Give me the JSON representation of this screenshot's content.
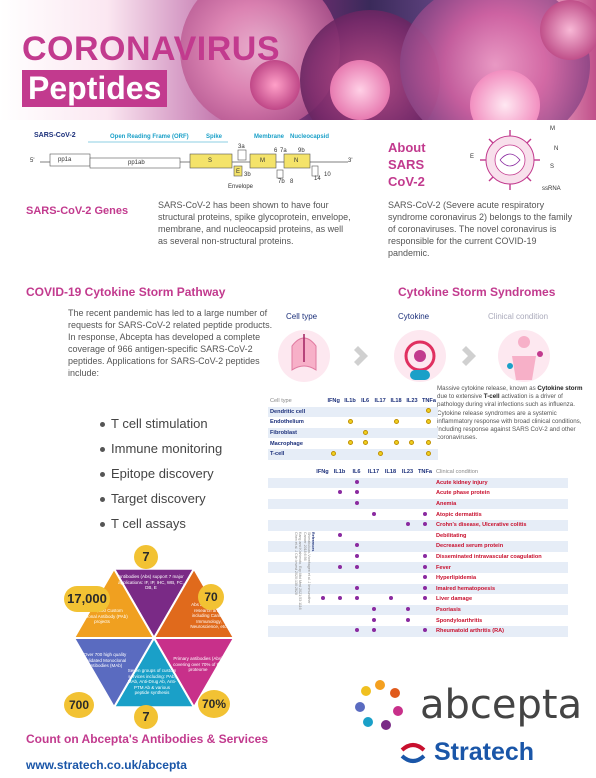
{
  "header": {
    "title_line1": "CORONAVIRUS",
    "title_line2": "Peptides"
  },
  "genome": {
    "label": "SARS-CoV-2",
    "orf": "Open Reading Frame (ORF)",
    "spike": "Spike",
    "membrane": "Membrane",
    "nucleocapsid": "Nucleocapsid",
    "envelope": "Envelope",
    "pp1a": "pp1a",
    "pp1ab": "pp1ab",
    "s": "S",
    "m": "M",
    "n": "N",
    "e": "E",
    "five": "5'",
    "three": "3'",
    "n3a": "3a",
    "n6": "6",
    "n7a": "7a",
    "n3b": "3b",
    "n7b": "7b",
    "n8": "8",
    "n9b": "9b",
    "n14": "14",
    "n10": "10"
  },
  "about": {
    "heading_1": "About",
    "heading_2": "SARS",
    "heading_3": "CoV-2",
    "virus_m": "M",
    "virus_n": "N",
    "virus_e": "E",
    "virus_s": "S",
    "virus_ssrna": "ssRNA",
    "text": "SARS-CoV-2 (Severe acute respiratory syndrome coronavirus 2) belongs to the family of coronaviruses. The novel coronavirus is responsible for the current COVID-19 pandemic."
  },
  "genes": {
    "heading": "SARS-CoV-2 Genes",
    "text": "SARS-CoV-2 has been shown to have four structural proteins, spike glycoprotein, envelope, membrane, and nucleocapsid proteins, as well as several non-structural proteins."
  },
  "pathway": {
    "heading": "COVID-19 Cytokine Storm Pathway",
    "text": "The recent pandemic has led to a large number of requests for SARS-CoV-2 related peptide products. In response, Abcepta has developed a complete coverage of 966 antigen-specific SARS-CoV-2 peptides. Applications for SARS-CoV-2 peptides include:",
    "items": [
      "T cell stimulation",
      "Immune monitoring",
      "Epitope discovery",
      "Target discovery",
      "T cell assays"
    ]
  },
  "syndromes": {
    "heading": "Cytokine Storm Syndromes",
    "step1": "Cell type",
    "step2": "Cytokine",
    "step3": "Clinical condition",
    "desc_1": "Massive cytokine release, known as ",
    "desc_bold1": "Cytokine storm",
    "desc_2": " due to extensive ",
    "desc_bold2": "T-cell",
    "desc_3": " activation is a driver of pathology during viral infections such as influenza. Cytokine release syndromes are a systemic inflammatory response with broad clinical conditions, including response against SARS CoV-2 and other coronaviruses.",
    "columns": [
      "IFNg",
      "IL1b",
      "IL6",
      "IL17",
      "IL18",
      "IL23",
      "TNFa"
    ],
    "cell_type_label": "Cell type",
    "cell_rows": [
      {
        "name": "Dendritic cell",
        "dots": [
          0,
          0,
          0,
          0,
          0,
          0,
          1
        ]
      },
      {
        "name": "Endothelium",
        "dots": [
          0,
          1,
          0,
          0,
          1,
          0,
          1
        ]
      },
      {
        "name": "Fibroblast",
        "dots": [
          0,
          0,
          1,
          0,
          0,
          0,
          0
        ]
      },
      {
        "name": "Macrophage",
        "dots": [
          0,
          1,
          1,
          0,
          1,
          1,
          1
        ]
      },
      {
        "name": "T-cell",
        "dots": [
          1,
          0,
          0,
          1,
          0,
          0,
          1
        ]
      }
    ],
    "clinical_label": "Clinical condition",
    "clinical_rows": [
      {
        "name": "Acute kidney injury",
        "dots": [
          0,
          0,
          1,
          0,
          0,
          0,
          0
        ]
      },
      {
        "name": "Acute phase protein",
        "dots": [
          0,
          1,
          1,
          0,
          0,
          0,
          0
        ]
      },
      {
        "name": "Anemia",
        "dots": [
          0,
          0,
          1,
          0,
          0,
          0,
          0
        ]
      },
      {
        "name": "Atopic dermatitis",
        "dots": [
          0,
          0,
          0,
          1,
          0,
          0,
          1
        ]
      },
      {
        "name": "Crohn's disease, Ulcerative colitis",
        "dots": [
          0,
          0,
          0,
          0,
          0,
          1,
          1
        ]
      },
      {
        "name": "Debilitating",
        "dots": [
          0,
          1,
          0,
          0,
          0,
          0,
          0
        ]
      },
      {
        "name": "Decreased serum protein",
        "dots": [
          0,
          0,
          1,
          0,
          0,
          0,
          0
        ]
      },
      {
        "name": "Disseminated intravascular coagulation",
        "dots": [
          0,
          0,
          1,
          0,
          0,
          0,
          1
        ]
      },
      {
        "name": "Fever",
        "dots": [
          0,
          1,
          1,
          0,
          0,
          0,
          1
        ]
      },
      {
        "name": "Hyperlipidemia",
        "dots": [
          0,
          0,
          0,
          0,
          0,
          0,
          1
        ]
      },
      {
        "name": "Imaired hematopoesis",
        "dots": [
          0,
          0,
          1,
          0,
          0,
          0,
          1
        ]
      },
      {
        "name": "Liver damage",
        "dots": [
          1,
          1,
          1,
          0,
          1,
          0,
          1
        ]
      },
      {
        "name": "Psoriasis",
        "dots": [
          0,
          0,
          0,
          1,
          0,
          1,
          0
        ]
      },
      {
        "name": "Spondyloarthritis",
        "dots": [
          0,
          0,
          0,
          1,
          0,
          1,
          0
        ]
      },
      {
        "name": "Rheumatoid arthritis (RA)",
        "dots": [
          0,
          0,
          1,
          1,
          0,
          0,
          1
        ]
      }
    ],
    "refs_title": "References",
    "refs_lines": [
      "Shimabukuro-Vornhagen et al. J Immunother Cancer 2018;6:56",
      "Kang and Kishimoto. Exp Mol Med 2021;53:1116",
      "Chen et al. J Clin Invest 2020;130:2620"
    ]
  },
  "services": {
    "n_top": "7",
    "n_right": "70",
    "n_rightlow": "70%",
    "n_bottom": "7",
    "n_left": "700",
    "n_leftup": "17,000",
    "t_top": "Antibodies (Abs) support 7 major applications: IF, IP, IHC, WB, FC, DB, E",
    "t_right": "Abs also cover 70 research areas including Cancer, Immunology, Neuroscience, etc.",
    "t_rightlow": "Primary antibodies (Abs) covering over 70% of the proteome",
    "t_bottom": "Seven groups of custom services including: PAb, MAb, Anti-Drug Ab, Anti-PTM Ab & various peptide synthesis",
    "t_left": "Over 700 high quality validated Monoclonal Antibodies (MAb)",
    "t_leftup": "Over 17,000 Custom Polyclonal Antibody (PAb) projects",
    "colors": [
      "#7a2a86",
      "#e06a1c",
      "#c8308a",
      "#1aa0c8",
      "#5a6bc0",
      "#f0a020"
    ],
    "footer_heading": "Count on Abcepta's Antibodies & Services"
  },
  "brand": {
    "abcepta": "abcepta",
    "stratech": "Stratech",
    "url": "www.stratech.co.uk/abcepta",
    "accent": "#c23a8e",
    "blue": "#1b2f7a",
    "stratech_blue": "#1a56a8",
    "red": "#c8102e"
  }
}
